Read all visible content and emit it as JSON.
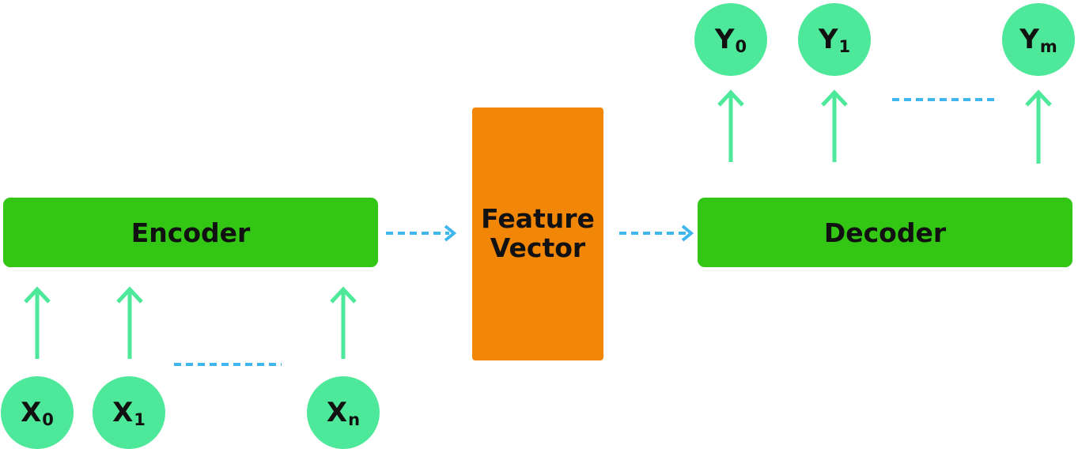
{
  "encoder": {
    "label": "Encoder"
  },
  "feature_vector": {
    "line1": "Feature",
    "line2": "Vector"
  },
  "decoder": {
    "label": "Decoder"
  },
  "inputs": [
    {
      "base": "X",
      "sub": "0"
    },
    {
      "base": "X",
      "sub": "1"
    },
    {
      "base": "X",
      "sub": "n"
    }
  ],
  "outputs": [
    {
      "base": "Y",
      "sub": "0"
    },
    {
      "base": "Y",
      "sub": "1"
    },
    {
      "base": "Y",
      "sub": "m"
    }
  ],
  "colors": {
    "block_green": "#33c614",
    "feature_orange": "#f28607",
    "node_teal": "#4ee89a",
    "arrow_teal": "#4ee89a",
    "dashed_blue": "#3fb6ee"
  }
}
